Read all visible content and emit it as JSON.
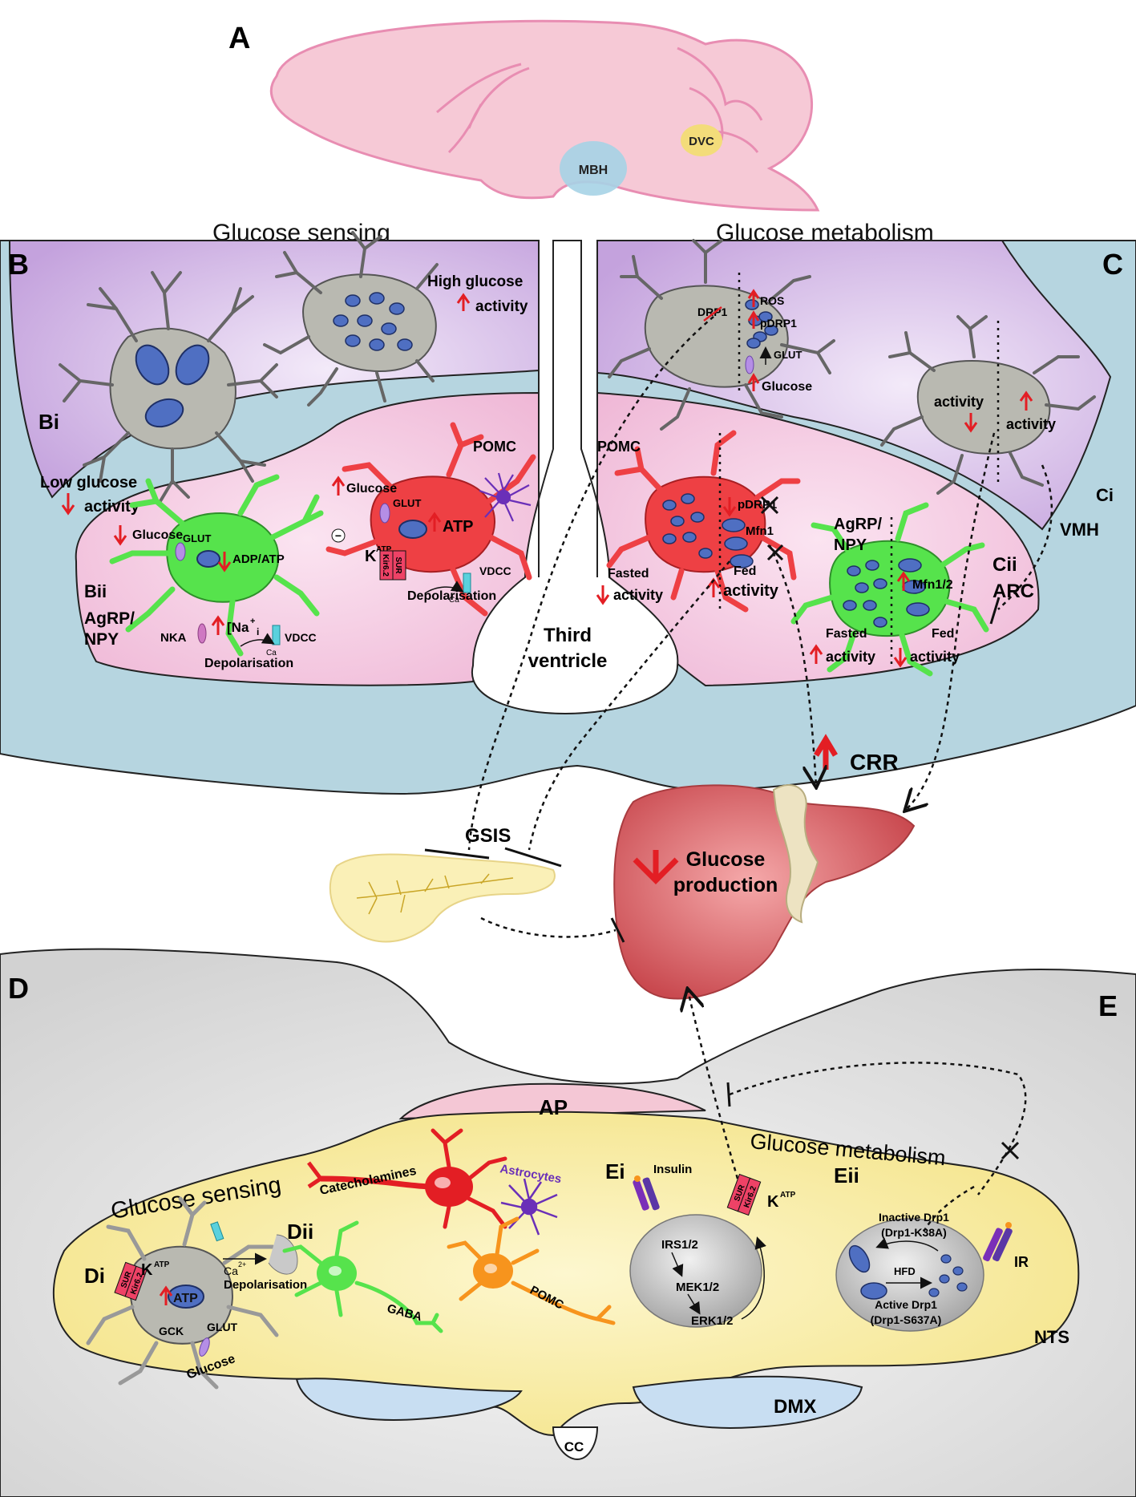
{
  "panels": {
    "A": "A",
    "B": "B",
    "C": "C",
    "D": "D",
    "E": "E"
  },
  "brain": {
    "mbh": "MBH",
    "dvc": "DVC"
  },
  "hypothalamus": {
    "sensing_title": "Glucose sensing",
    "metabolism_title": "Glucose metabolism",
    "third_ventricle_1": "Third",
    "third_ventricle_2": "ventricle",
    "bi": "Bi",
    "bii": "Bii",
    "ci": "Ci",
    "cii": "Cii",
    "vmh": "VMH",
    "arc": "ARC",
    "low_glucose_1": "Low glucose",
    "low_glucose_2": "activity",
    "high_glucose_1": "High glucose",
    "high_glucose_2": "activity",
    "pomc_left": "POMC",
    "pomc_right": "POMC",
    "glucose": "Glucose",
    "glut": "GLUT",
    "atp": "ATP",
    "katp": "K",
    "katp_sup": "ATP",
    "sur": "SUR",
    "kir": "Kir6.2",
    "vdcc": "VDCC",
    "ca": "Ca",
    "depolarisation": "Depolarisation",
    "agrp_1": "AgRP/",
    "agrp_2": "NPY",
    "adp_atp": "ADP/ATP",
    "na": "[Na",
    "na_sub": "i",
    "nka": "NKA",
    "ros": "ROS",
    "drp1": "DRP1",
    "pdrp1": "pDRP1",
    "mfn1": "Mfn1",
    "mfn12": "Mfn1/2",
    "fasted": "Fasted",
    "fed": "Fed",
    "activity": "activity",
    "minus": "−"
  },
  "periphery": {
    "crr": "CRR",
    "gsis": "GSIS",
    "glucose_production_1": "Glucose",
    "glucose_production_2": "production"
  },
  "brainstem": {
    "sensing_title": "Glucose sensing",
    "metabolism_title": "Glucose metabolism",
    "ap": "AP",
    "nts": "NTS",
    "dmx": "DMX",
    "cc": "CC",
    "di": "Di",
    "dii": "Dii",
    "ei": "Ei",
    "eii": "Eii",
    "catecholamines": "Catecholamines",
    "astrocytes": "Astrocytes",
    "gaba": "GABA",
    "pomc": "POMC",
    "gck": "GCK",
    "insulin": "Insulin",
    "irs": "IRS1/2",
    "mek": "MEK1/2",
    "erk": "ERK1/2",
    "inactive_1": "Inactive Drp1",
    "inactive_2": "(Drp1-K38A)",
    "hfd": "HFD",
    "active_1": "Active Drp1",
    "active_2": "(Drp1-S637A)",
    "ir": "IR",
    "ca_sup": "2+"
  },
  "colors": {
    "purple": "#c9a6e0",
    "pink": "#f2c6e0",
    "blue": "#b7d6e1",
    "yellow": "#f8eda0",
    "grey": "#d9d9d9",
    "red_arrow": "#e31e24",
    "pomc_red": "#ee4044",
    "agrp_green": "#56e34c",
    "mito_blue": "#4f6fc2",
    "liver": "#d4575b"
  }
}
